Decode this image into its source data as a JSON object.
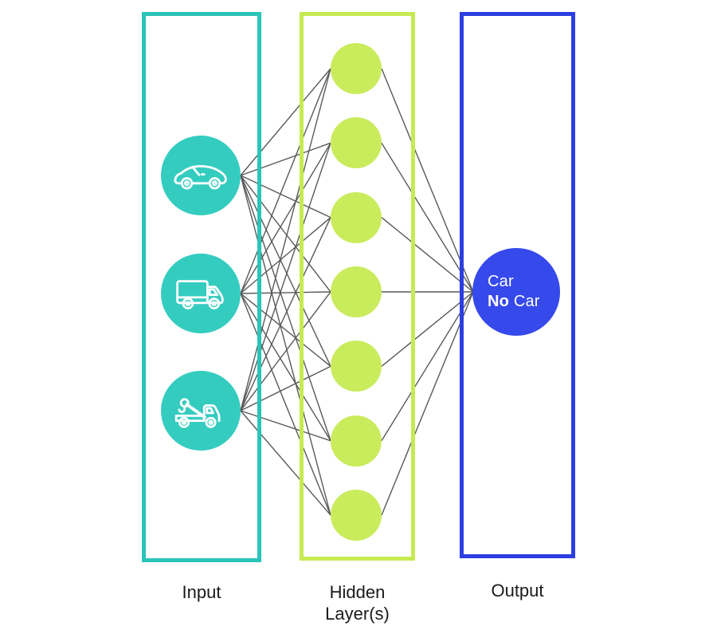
{
  "page": {
    "background": "#FFFFFF"
  },
  "layers": {
    "input": {
      "label": "Input",
      "box_color": "#2BC4B8",
      "node_color": "#35CCC0",
      "nodes": [
        {
          "icon": "car-icon",
          "meaning": "car"
        },
        {
          "icon": "box-truck-icon",
          "meaning": "box truck"
        },
        {
          "icon": "tow-truck-icon",
          "meaning": "tow truck"
        }
      ]
    },
    "hidden": {
      "label_line1": "Hidden",
      "label_line2": "Layer(s)",
      "box_color": "#C6EA52",
      "node_color": "#C9EC5C",
      "node_count": 7
    },
    "output": {
      "label": "Output",
      "box_color": "#2B3EE1",
      "node_color": "#3649EB",
      "text_color": "#FFFFFF",
      "text_line1": "Car",
      "text_line2_bold": "No",
      "text_line2_rest": " Car"
    }
  },
  "connections": {
    "color": "#59595B",
    "pattern": "fully-connected",
    "input_to_hidden_count": 21,
    "hidden_to_output_count": 7
  }
}
